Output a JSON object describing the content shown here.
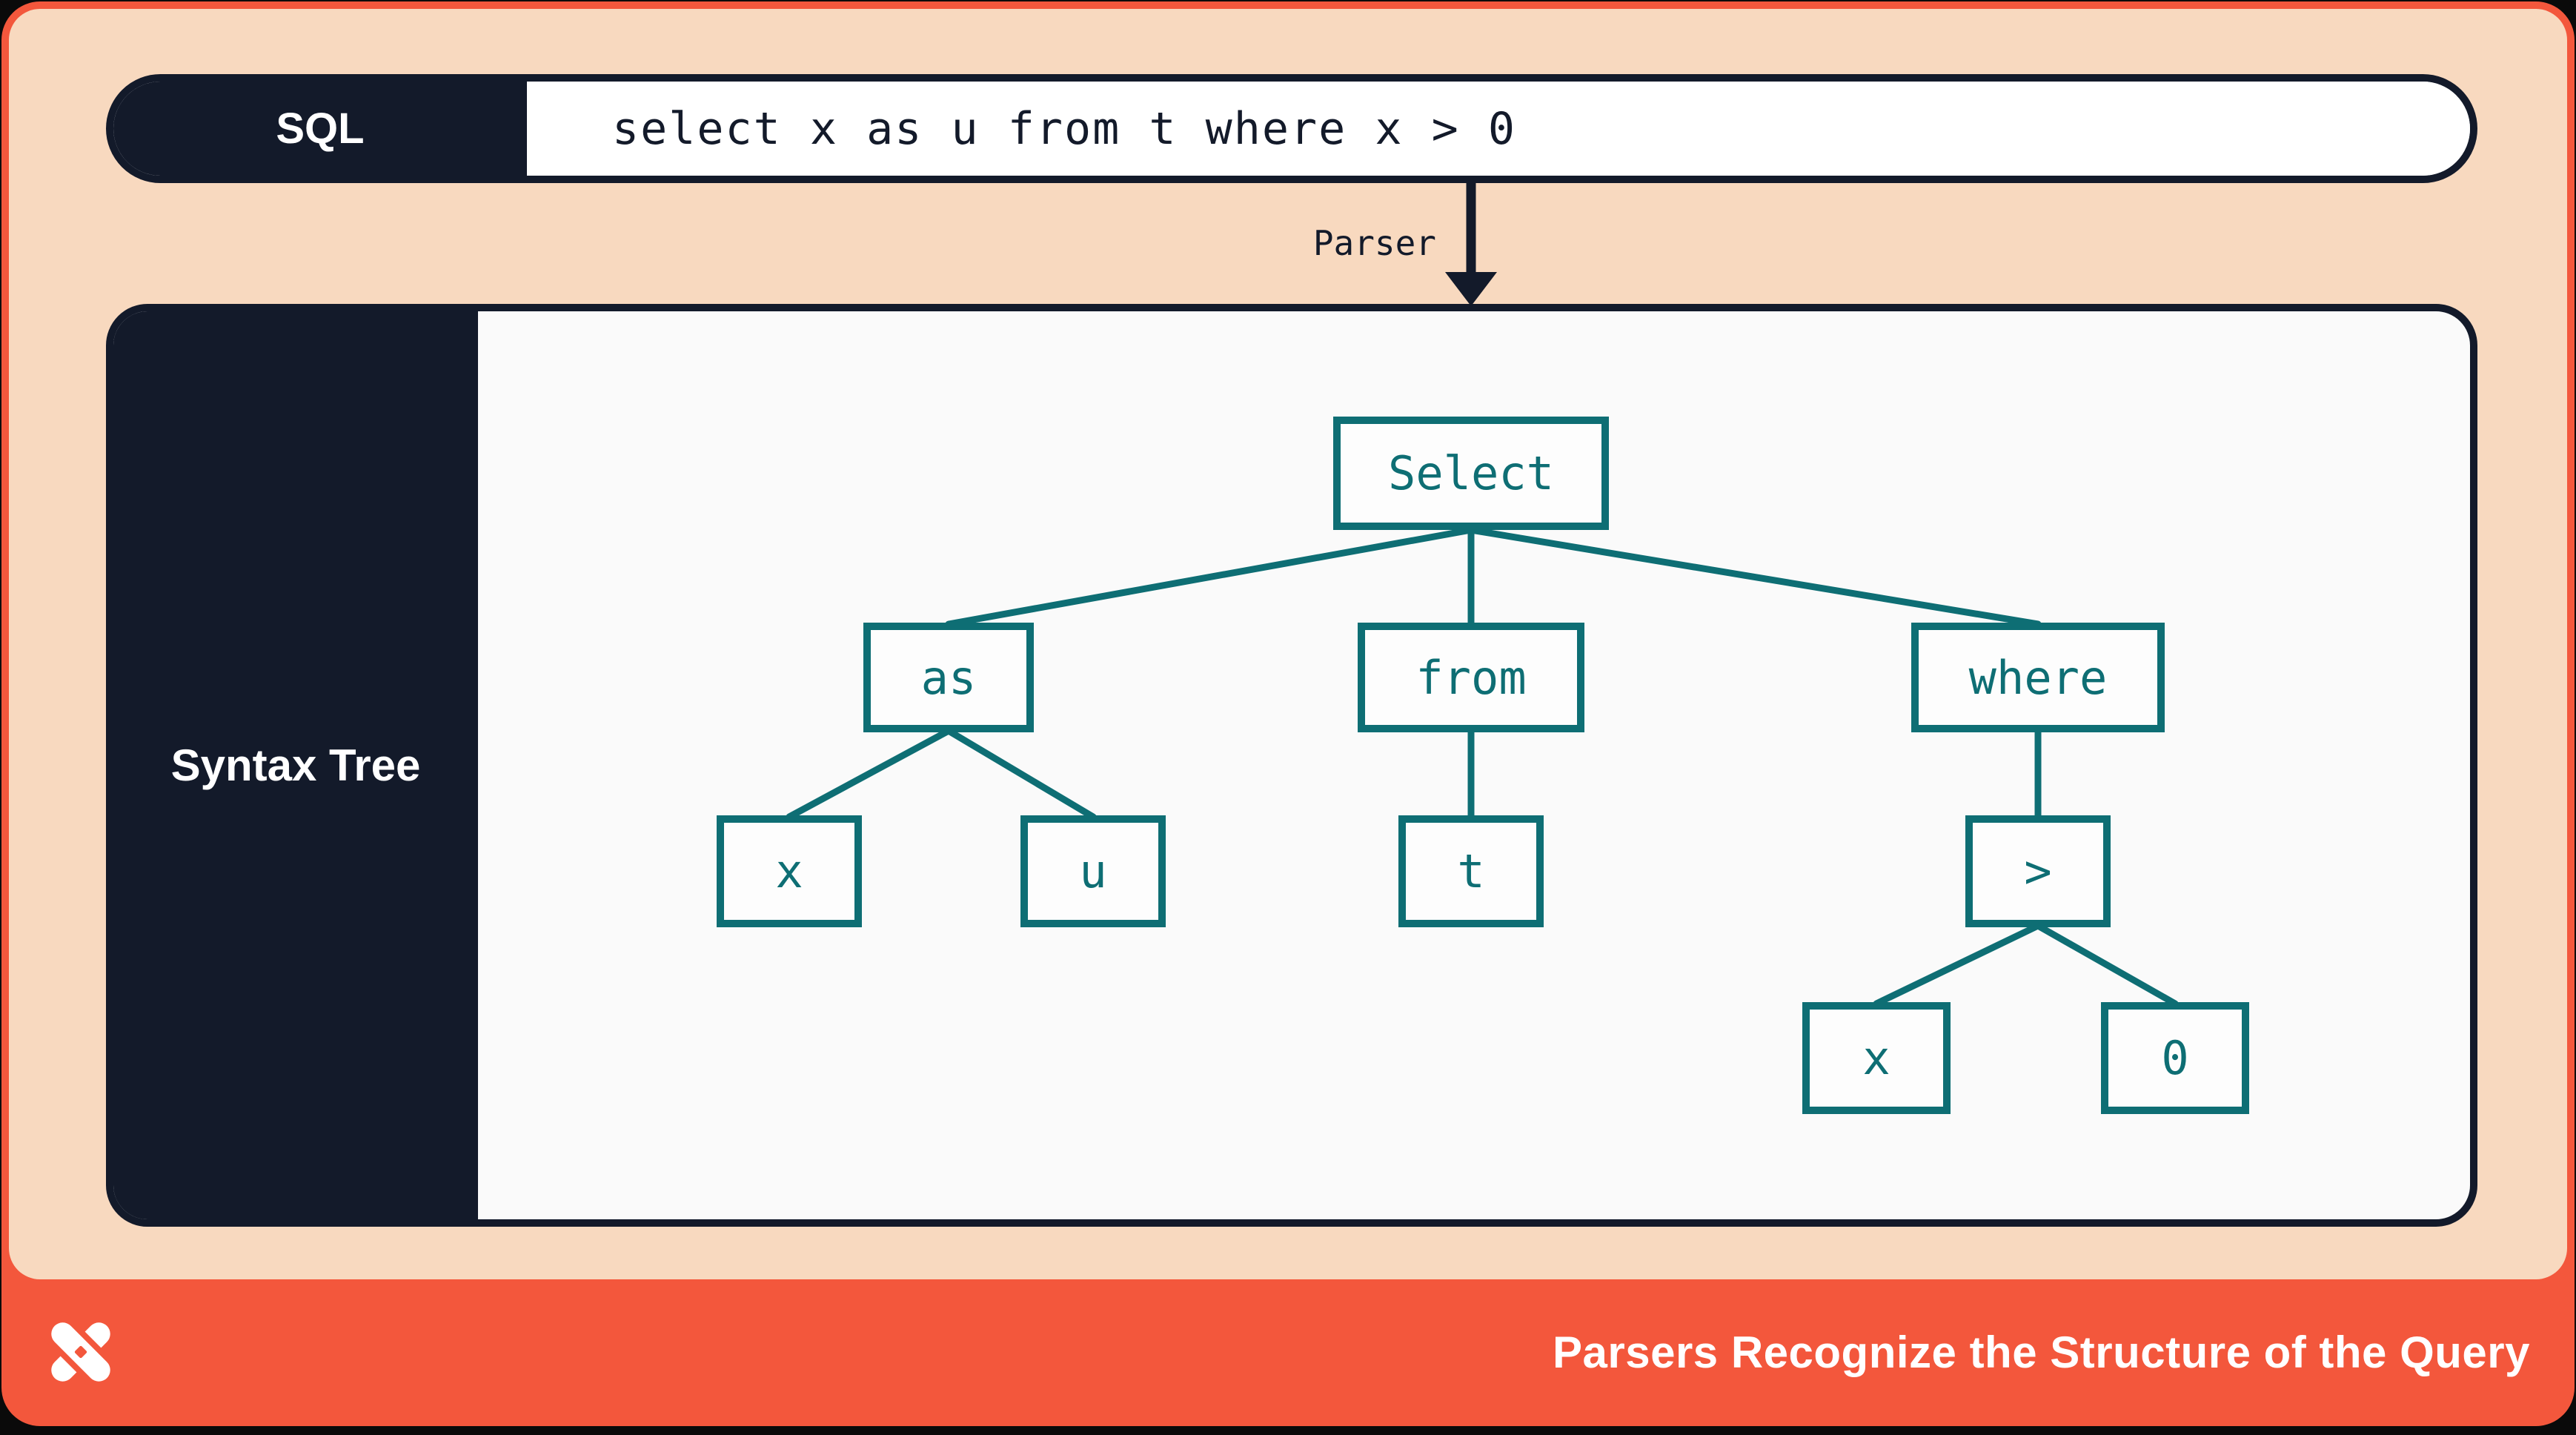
{
  "sql_bar": {
    "label": "SQL",
    "query": "select x as u from t where x > 0"
  },
  "parser_arrow": {
    "label": "Parser"
  },
  "syntax_tree": {
    "label": "Syntax Tree",
    "nodes": [
      {
        "id": "select",
        "label": "Select"
      },
      {
        "id": "as",
        "label": "as"
      },
      {
        "id": "from",
        "label": "from"
      },
      {
        "id": "where",
        "label": "where"
      },
      {
        "id": "x1",
        "label": "x"
      },
      {
        "id": "u",
        "label": "u"
      },
      {
        "id": "t",
        "label": "t"
      },
      {
        "id": "gt",
        "label": ">"
      },
      {
        "id": "x2",
        "label": "x"
      },
      {
        "id": "zero",
        "label": "0"
      }
    ],
    "edges": [
      [
        "select",
        "as"
      ],
      [
        "select",
        "from"
      ],
      [
        "select",
        "where"
      ],
      [
        "as",
        "x1"
      ],
      [
        "as",
        "u"
      ],
      [
        "from",
        "t"
      ],
      [
        "where",
        "gt"
      ],
      [
        "gt",
        "x2"
      ],
      [
        "gt",
        "zero"
      ]
    ]
  },
  "footer": {
    "caption": "Parsers Recognize the Structure of the Query",
    "logo": "pinwheel-x-logo"
  },
  "colors": {
    "orange": "#F3573C",
    "peach": "#F8D9BF",
    "navy": "#131A2A",
    "teal": "#0E6E74",
    "panel_bg": "#FAFAFA",
    "node_bg": "#FDFDFD",
    "white": "#FFFFFF"
  }
}
